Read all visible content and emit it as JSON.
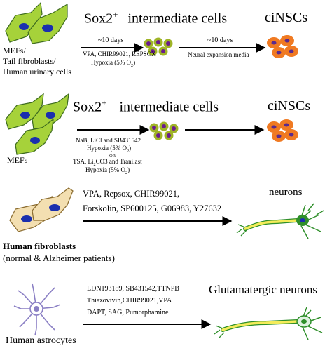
{
  "row1": {
    "cell_labels": [
      "MEFs/",
      "Tail fibroblasts/",
      "Human urinary cells"
    ],
    "stage_title_sox": "Sox2",
    "stage_title_sup": "+",
    "stage_title_rest": "intermediate cells",
    "end_label": "ciNSCs",
    "arrow1_top": "~10 days",
    "arrow1_bottom": "VPA, CHIR99021, REPSOX",
    "hypoxia_prefix": "Hypoxia (5% O",
    "hypoxia_sub": "2",
    "hypoxia_suffix": ")",
    "arrow2_top": "~10 days",
    "arrow2_bottom": "Neural expansion media"
  },
  "row2": {
    "cell_label": "MEFs",
    "stage_title_sox": "Sox2",
    "stage_title_sup": "+",
    "stage_title_rest": "intermediate cells",
    "end_label": "ciNSCs",
    "cond1": "NaB, LiCl and SB431542",
    "hyp1_prefix": "Hypoxia (5% O",
    "hyp1_sub": "2",
    "hyp1_suffix": ")",
    "or": "OR",
    "cond2_prefix": "TSA, Li",
    "cond2_sub": "2",
    "cond2_suffix": "CO3 and Tranilast",
    "hyp2_prefix": "Hypoxia (5% O",
    "hyp2_sub": "2",
    "hyp2_suffix": ")"
  },
  "row3": {
    "arrow_line1": "VPA, Repsox, CHIR99021,",
    "arrow_line2": "Forskolin, SP600125, G06983, Y27632",
    "end_label": "neurons",
    "source_label": "Human fibroblasts",
    "source_sub": "(normal & Alzheimer patients)"
  },
  "row4": {
    "line1": "LDN193189, SB431542,TTNPB",
    "line2": "Thiazovivin,CHIR99021,VPA",
    "line3": "DAPT, SAG, Pumorphamine",
    "end_label": "Glutamatergic neurons",
    "source_label": "Human astrocytes"
  },
  "colors": {
    "fibroblast_green": "#a6d23a",
    "fibroblast_outline": "#3d6b1f",
    "nucleus_blue": "#1a2fae",
    "intermediate_outer": "#9fb427",
    "intermediate_inner": "#6a1c8e",
    "nsc_orange": "#f07a22",
    "nsc_nucleus": "#5a2a8e",
    "human_fib_fill": "#f3dfb1",
    "human_fib_outline": "#8a6b2e",
    "neuron_yellow": "#f4ec5a",
    "neuron_green": "#2f8f2a",
    "astro_purple": "#8a7fc4"
  }
}
